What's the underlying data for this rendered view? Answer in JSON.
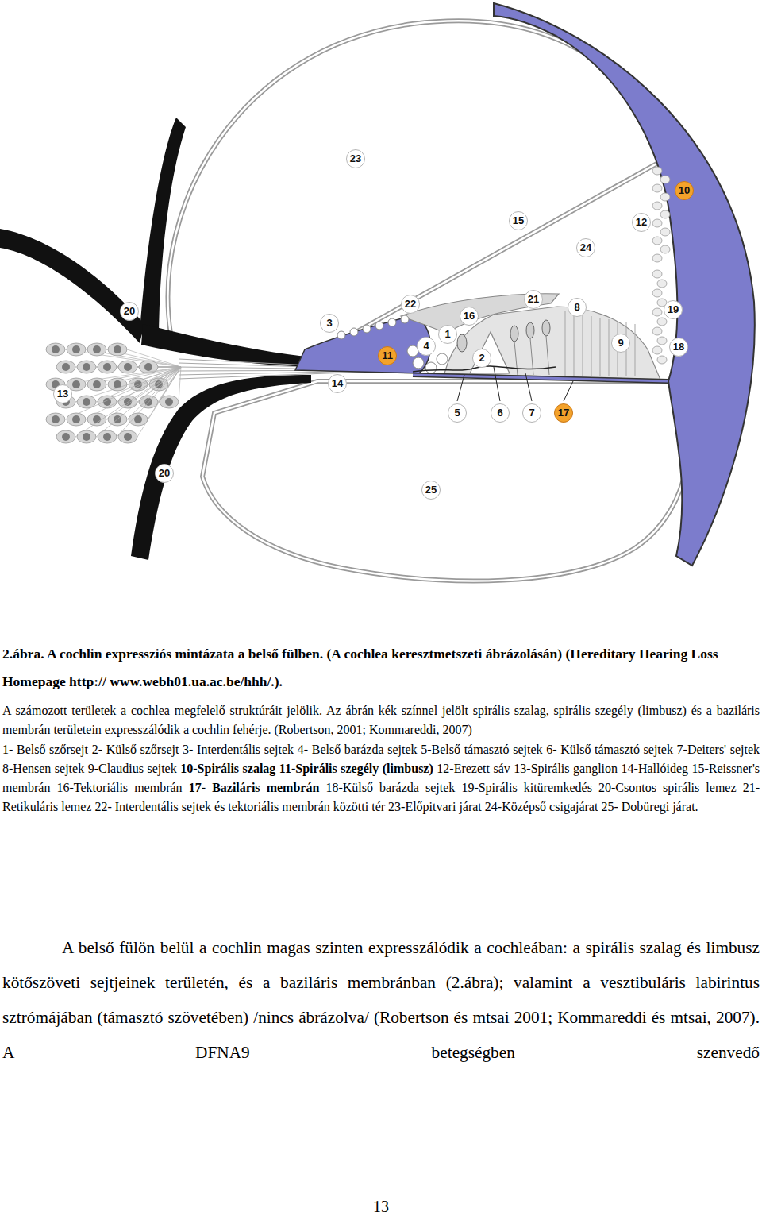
{
  "diagram": {
    "caption": "2.ábra. A cochlin expressziós mintázata a belső fülben. (A cochlea keresztmetszeti ábrázolásán) (Hereditary Hearing Loss Homepage http:// www.webh01.ua.ac.be/hhh/.).",
    "labels": [
      "23",
      "10",
      "15",
      "12",
      "24",
      "22",
      "21",
      "8",
      "19",
      "3",
      "16",
      "1",
      "11",
      "4",
      "9",
      "18",
      "2",
      "20",
      "13",
      "14",
      "5",
      "6",
      "7",
      "17",
      "20",
      "25",
      "A számozott területek a cochlea megfelelő struktúráit jelölik. Az ábrán kék színnel jelölt spirális szalag, spirális szegély (limbusz) és a baziláris membrán területein expresszálódik a cochlin fehérje. (Robertson, 2001; Kommareddi, 2007)",
      "1- Belső szőrsejt 2- Külső szőrsejt 3- Interdentális sejtek 4- Belső barázda sejtek 5-Belső támasztó sejtek 6- Külső támasztó sejtek 7-Deiters' sejtek 8-Hensen sejtek 9-Claudius sejtek",
      "10-Spirális szalag 11-Spirális szegély (limbusz)",
      "12-Erezett sáv 13-Spirális ganglion 14-Hallóideg 15-Reissner's membrán 16-Tektoriális membrán",
      "17- Baziláris membrán",
      "18-Külső barázda sejtek 19-Spirális kitüremkedés 20-Csontos spirális lemez 21-Retikuláris lemez 22- Interdentális sejtek és tektoriális membrán közötti tér 23-Előpitvari járat 24-Középső csigajárat 25- Dobüregi járat.",
      "A belső fülön belül a cochlin magas szinten expresszálódik a cochleában: a spirális szalag és limbusz kötőszöveti sejtjeinek területén, és a baziláris membránban (2.ábra); valamint a vesztibuláris labirintus sztrómájában (támasztó szövetében) /nincs ábrázolva/ (Robertson és mtsai 2001; Kommareddi és mtsai, 2007). A DFNA9 betegségben szenvedő",
      "13"
    ]
  }
}
